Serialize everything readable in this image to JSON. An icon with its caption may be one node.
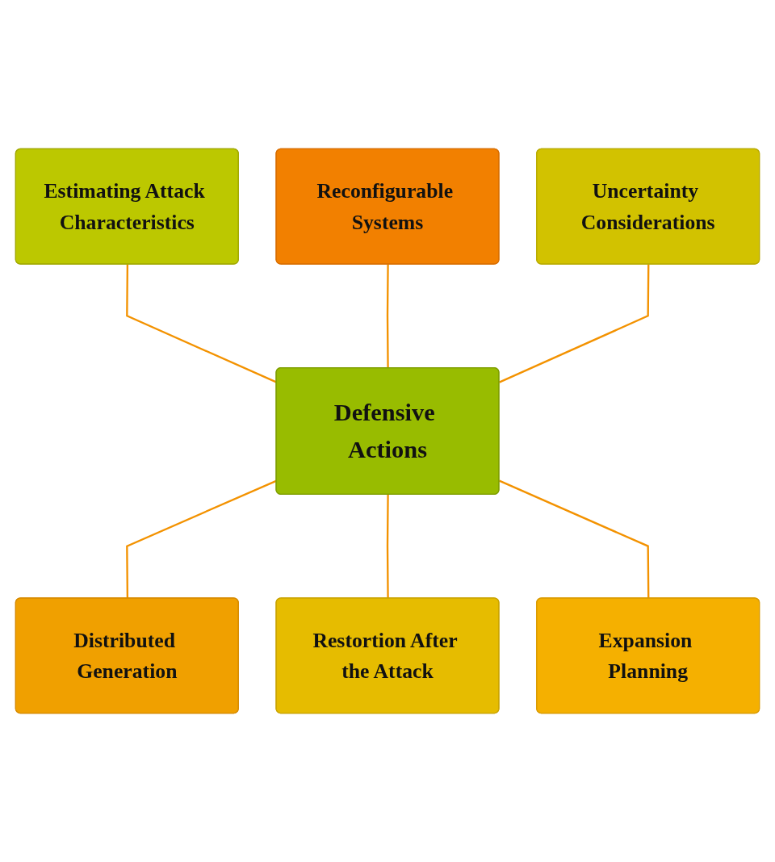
{
  "diagram": {
    "nodes": [
      {
        "text": [
          "Estimating Attack Characteristics"
        ]
      },
      {
        "text": [
          "Reconfigurable Systems"
        ]
      },
      {
        "text": [
          "Uncertainty Considerations"
        ]
      },
      {
        "text": [
          "Defensive Actions"
        ]
      },
      {
        "text": [
          "Distributed Generation"
        ]
      },
      {
        "text": [
          "Restortion After the Attack"
        ]
      },
      {
        "text": [
          "Expansion Planning"
        ]
      }
    ],
    "edges": [
      {
        "from": 0,
        "to": 3,
        "arrow": "none"
      },
      {
        "from": 1,
        "to": 3,
        "arrow": "none"
      },
      {
        "from": 2,
        "to": 3,
        "arrow": "none"
      },
      {
        "from": 3,
        "to": 4,
        "arrow": "none"
      },
      {
        "from": 3,
        "to": 5,
        "arrow": "none"
      },
      {
        "from": 3,
        "to": 6,
        "arrow": "none"
      }
    ]
  }
}
